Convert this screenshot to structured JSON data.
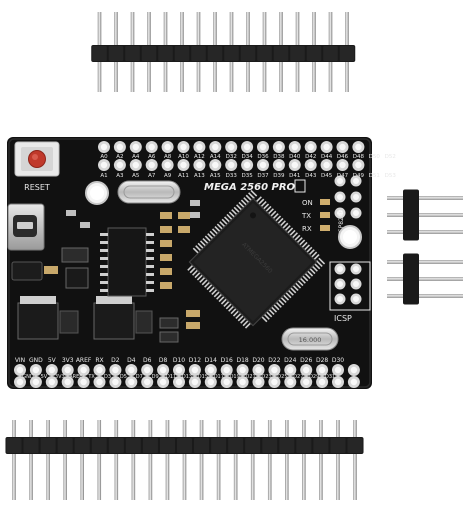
{
  "product": {
    "board_name": "MEGA 2560 PRO",
    "reset_label": "RESET",
    "icsp_label": "ICSP",
    "esp_label": "ESP8266",
    "led_labels": [
      "ON",
      "TX",
      "RX"
    ],
    "chip_marking": "ATMEGA2560",
    "crystal_main": "16.000",
    "top_row_labels": [
      "A1",
      "A3",
      "A5",
      "A7",
      "A9",
      "A11",
      "A13",
      "A15",
      "D33",
      "D35",
      "D37",
      "D39",
      "D41",
      "D43",
      "D45",
      "D47",
      "D49",
      "D51",
      "D53"
    ],
    "upper_row_labels": [
      "A0",
      "A2",
      "A4",
      "A6",
      "A8",
      "A10",
      "A12",
      "A14",
      "D32",
      "D34",
      "D36",
      "D38",
      "D40",
      "D42",
      "D44",
      "D46",
      "D48",
      "D50",
      "D52"
    ],
    "bottom_row_labels": [
      "VIN",
      "GND",
      "5V",
      "3V3",
      "AREF",
      "RX",
      "D2",
      "D4",
      "D6",
      "D8",
      "D10",
      "D12",
      "D14",
      "D16",
      "D18",
      "D20",
      "D22",
      "D24",
      "D26",
      "D28",
      "D30"
    ],
    "lower_row_labels": [
      "GND",
      "5V",
      "3V3",
      "AREF",
      "TX",
      "D3",
      "D5",
      "D7",
      "D9",
      "D11",
      "D13",
      "D15",
      "D17",
      "D19",
      "D21",
      "D23",
      "D25",
      "D27",
      "D29",
      "D31"
    ]
  },
  "colors": {
    "pcb": "#111111",
    "pad_ring": "#d8d8d8",
    "pad_hole": "#2a2a2a",
    "silkscreen": "#e8e8e8",
    "reset_button_cap": "#c0392b",
    "pin_metal": "#c9c9c9",
    "header_plastic": "#1a1a1a"
  }
}
